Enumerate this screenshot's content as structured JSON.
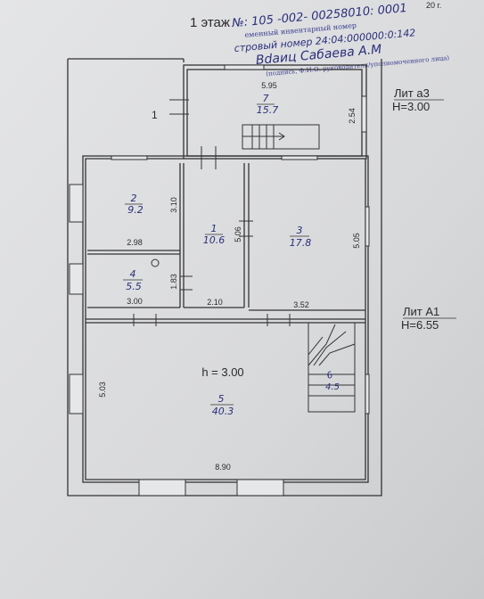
{
  "header": {
    "floor_label": "1 этаж",
    "year_suffix": "20  г.",
    "stamp_line1": "№: 105 -002- 00258010: 0001",
    "stamp_line2": "еменный инвентарный номер",
    "stamp_line3": "стровый номер  24:04:000000:0:142",
    "signature_text": "Bdaиц Сабаева А.М",
    "sign_caption": "(подпись, Ф.И.О. руководителя/уполномоченного лица)"
  },
  "side_labels": {
    "annex_top_id": "Лит а3",
    "annex_top_h": "H=3.00",
    "annex_main_id": "Лит А1",
    "annex_main_h": "H=6.55",
    "porch_number": "1"
  },
  "rooms": [
    {
      "id": "7",
      "area": "15.7"
    },
    {
      "id": "2",
      "area": "9.2"
    },
    {
      "id": "1",
      "area": "10.6"
    },
    {
      "id": "3",
      "area": "17.8"
    },
    {
      "id": "4",
      "area": "5.5"
    },
    {
      "id": "5",
      "area": "40.3"
    },
    {
      "id": "6",
      "area": "4.5"
    }
  ],
  "dims": {
    "d595": "5.95",
    "d254": "2.54",
    "d310": "3.10",
    "d298": "2.98",
    "d506": "5.06",
    "d505": "5.05",
    "d183": "1.83",
    "d300": "3.00",
    "d210": "2.10",
    "d352": "3.52",
    "d503": "5.03",
    "d890": "8.90",
    "height_label": "h = 3.00"
  }
}
